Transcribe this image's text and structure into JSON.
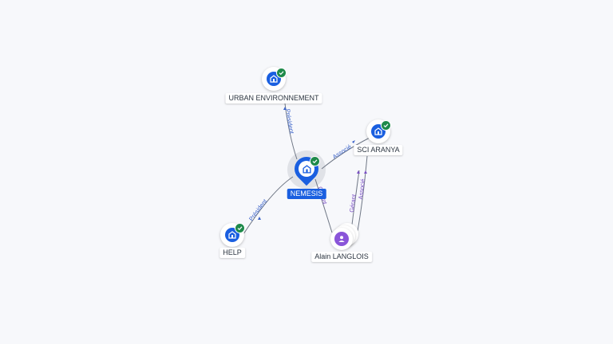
{
  "nodes": {
    "nemesis": {
      "label": "NEMESIS",
      "icon": "building-icon",
      "verified": true,
      "selected": true
    },
    "urban": {
      "label": "URBAN ENVIRONNEMENT",
      "icon": "building-icon",
      "verified": true
    },
    "sci_aranya": {
      "label": "SCI ARANYA",
      "icon": "building-icon",
      "verified": true
    },
    "help": {
      "label": "HELP",
      "icon": "building-icon",
      "verified": true
    },
    "alain": {
      "label": "Alain LANGLOIS",
      "icon": "person-icon"
    }
  },
  "edges": {
    "urban_nemesis": "Président",
    "nemesis_sci": "Associé",
    "help_nemesis": "Président",
    "alain_nemesis": "Gérant",
    "alain_sci_gerant": "Gérant",
    "alain_sci_associe": "Associé"
  },
  "colors": {
    "company": "#1a5fe0",
    "person": "#8a55d9",
    "verified": "#1e8a4a",
    "edge_label_blue": "#3b63c9",
    "edge_label_purple": "#7a4fc4"
  }
}
